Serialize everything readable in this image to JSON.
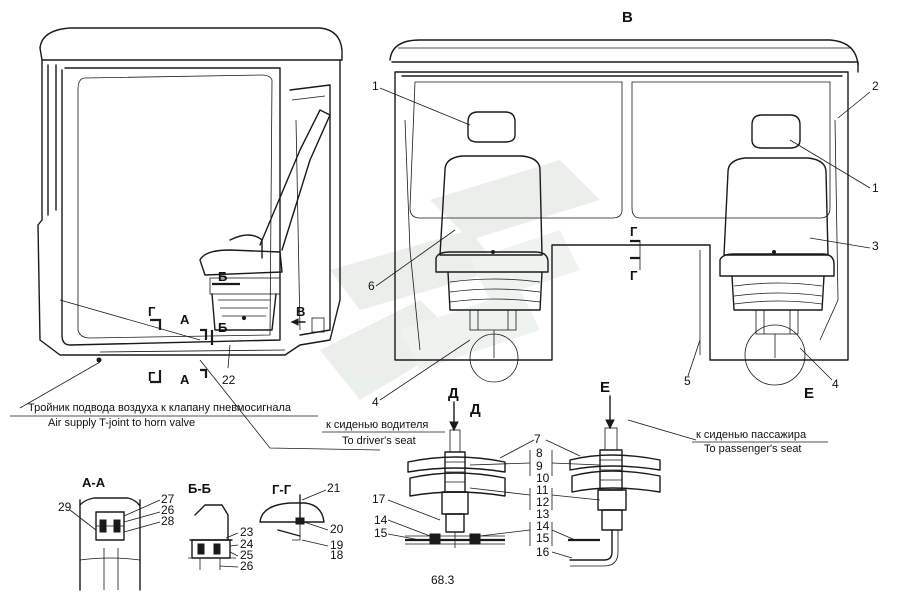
{
  "view_label": "В",
  "view_e_label": "Е",
  "view_d_label": "Д",
  "section_aa": "А-А",
  "section_bb": "Б-Б",
  "section_gg": "Г-Г",
  "cut_a": "А",
  "cut_b": "Б",
  "cut_g": "Г",
  "cut_v": "В",
  "callout_1": "1",
  "callout_2": "2",
  "callout_3": "3",
  "callout_4": "4",
  "callout_5": "5",
  "callout_6": "6",
  "callout_7": "7",
  "callout_8": "8",
  "callout_9": "9",
  "callout_10": "10",
  "callout_11": "11",
  "callout_12": "12",
  "callout_13": "13",
  "callout_14": "14",
  "callout_15": "15",
  "callout_16": "16",
  "callout_17": "17",
  "callout_18": "18",
  "callout_19": "19",
  "callout_20": "20",
  "callout_21": "21",
  "callout_22": "22",
  "callout_23": "23",
  "callout_24": "24",
  "callout_25": "25",
  "callout_26": "26",
  "callout_27": "27",
  "callout_28": "28",
  "callout_29": "29",
  "caption_tee_ru": "Тройник подвода воздуха к клапану пневмосигнала",
  "caption_tee_en": "Air supply T-joint to horn valve",
  "caption_driver_ru": "к сиденью водителя",
  "caption_driver_en": "To driver's seat",
  "caption_pass_ru": "к сиденью пассажира",
  "caption_pass_en": "To passenger's seat",
  "page_number": "68.3",
  "colors": {
    "line": "#1a1a1a",
    "watermark": "#cfd8cf"
  }
}
